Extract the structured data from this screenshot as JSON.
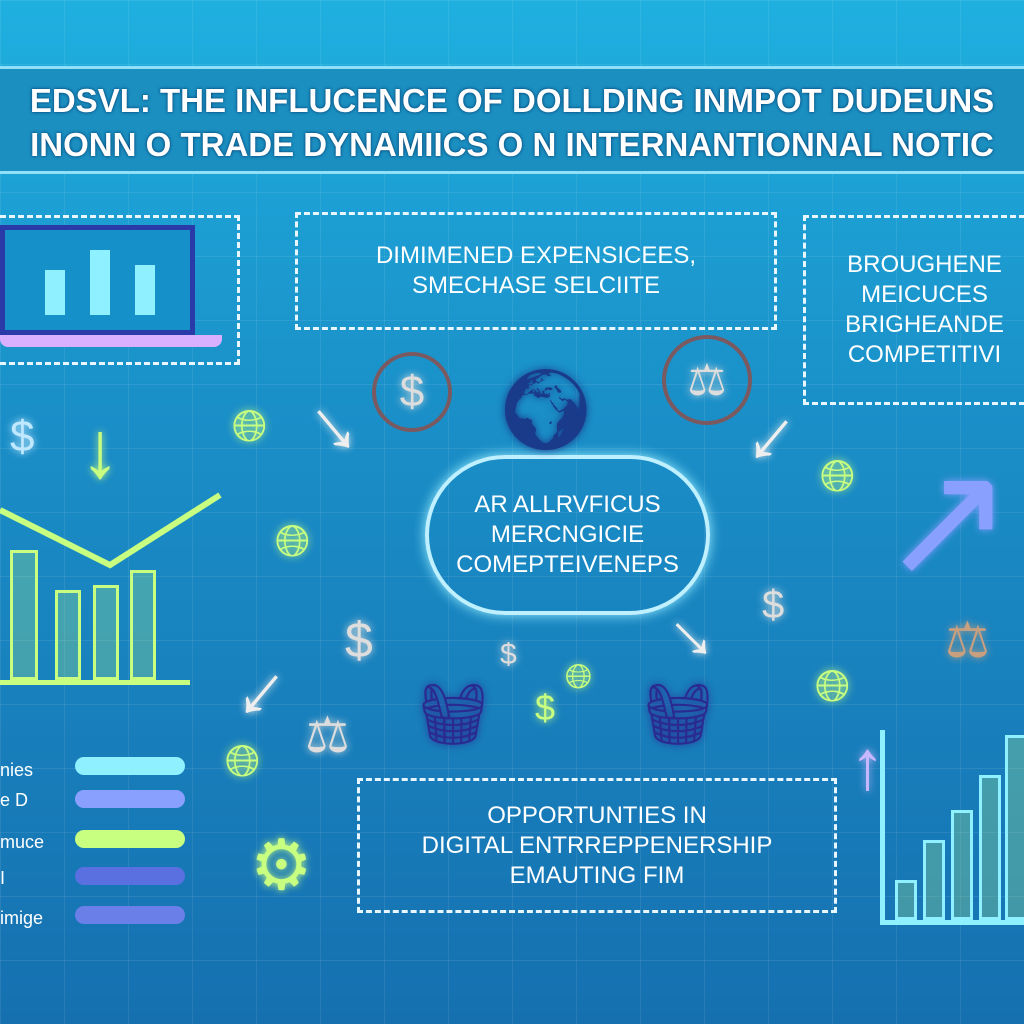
{
  "title": {
    "line1": "EDSVL: THE INFLUCENCE OF DOLLDING INMPOT DUDEUNS",
    "line2": "INONN O TRADE DYNAMIICS O N INTERNANTIONNAL NOTIC"
  },
  "boxes": {
    "top_center": [
      "DIMIMENED EXPENSICEES,",
      "SMECHASE SELCIITE"
    ],
    "top_right": [
      "BROUGHENE",
      "MEICUCES",
      "BRIGHEANDE",
      "COMPETITIVI"
    ],
    "bottom_center": [
      "OPPORTUNTIES IN",
      "DIGITAL ENTRREPPENERSHIP",
      "EMAUTING FIM"
    ]
  },
  "cloud": [
    "AR ALLRVFICUS",
    "MERCNGICIE",
    "COMEPTEIVENEPS"
  ],
  "legend": [
    "nies",
    "e D",
    "muce",
    "I",
    "imige"
  ],
  "colors": {
    "accent_green": "#c8ff80",
    "accent_blue": "#8aa0ff",
    "accent_cyan": "#8ff0ff"
  },
  "icons": [
    "laptop-chart-icon",
    "dollar-icon",
    "globe-icon",
    "world-map-icon",
    "scales-icon",
    "basket-icon",
    "gear-icon",
    "arrow-icon"
  ]
}
